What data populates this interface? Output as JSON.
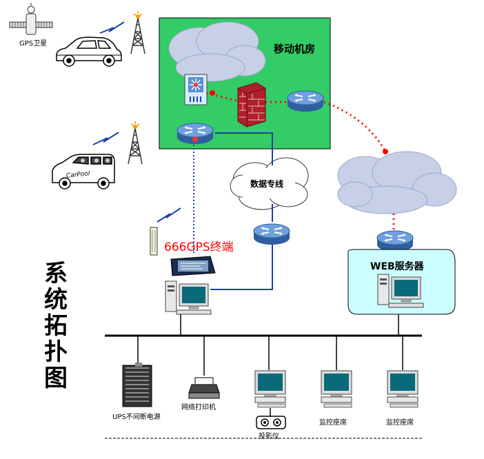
{
  "labels": {
    "gps_satellite": "GPS卫星",
    "mobile_room": "移动机房",
    "data_line": "数据专线",
    "terminal": "666GPS终端",
    "web_server": "WEB服务器",
    "ups": "UPS不间断电源",
    "printer": "网络打印机",
    "projector": "投影仪",
    "monitor_seat_1": "监控座席",
    "monitor_seat_2": "监控座席",
    "car_pool": "CarPool"
  },
  "title_chars": [
    "系",
    "统",
    "拓",
    "扑",
    "图"
  ],
  "colors": {
    "mobile_room_bg": "#33cc66",
    "web_server_bg": "#ccffff",
    "cloud": "#c8d0e8",
    "router": "#5b8fd0",
    "link_red": "#ff0000",
    "link_blue": "#1a3fa8",
    "terminal_text": "#ff0000",
    "firewall": "#b0202a"
  },
  "icons": [
    "satellite-icon",
    "tower-icon",
    "car-icon",
    "cloud-icon",
    "router-icon",
    "switch-icon",
    "firewall-icon",
    "terminal-icon",
    "computer-icon",
    "ups-icon",
    "printer-icon",
    "projector-icon"
  ]
}
